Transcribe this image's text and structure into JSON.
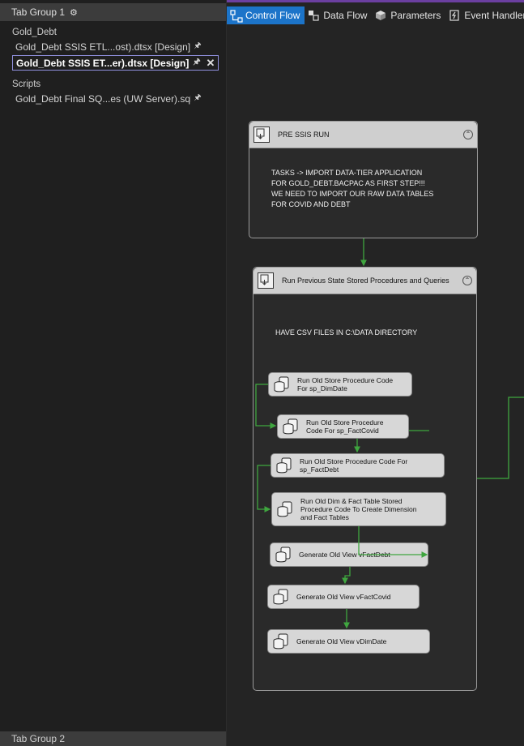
{
  "left_panel": {
    "tab_group_1": "Tab Group 1",
    "tab_group_2": "Tab Group 2",
    "group_gold_debt": "Gold_Debt",
    "file_1": "Gold_Debt SSIS ETL...ost).dtsx [Design]",
    "file_2": "Gold_Debt SSIS ET...er).dtsx [Design]",
    "group_scripts": "Scripts",
    "file_3": "Gold_Debt Final SQ...es (UW Server).sql"
  },
  "designer_tabs": {
    "control_flow": "Control Flow",
    "data_flow": "Data Flow",
    "parameters": "Parameters",
    "event_handlers": "Event Handlers"
  },
  "containers": {
    "pre_ssis": {
      "title": "PRE SSIS RUN",
      "note": "TASKS -> IMPORT DATA-TIER APPLICATION\nFOR GOLD_DEBT.BACPAC AS FIRST STEP!!!\nWE NEED TO IMPORT OUR RAW DATA TABLES\nFOR COVID AND DEBT"
    },
    "run_previous": {
      "title": "Run Previous State Stored Procedures and Queries",
      "note": "HAVE CSV FILES IN C:\\DATA DIRECTORY"
    }
  },
  "tasks": {
    "t1": "Run Old Store Procedure Code\nFor sp_DimDate",
    "t2": "Run Old Store Procedure\nCode For sp_FactCovid",
    "t3": "Run Old Store Procedure Code For\nsp_FactDebt",
    "t4": "Run Old Dim & Fact Table Stored\nProcedure Code To Create Dimension\nand Fact Tables",
    "t5": "Generate Old View vFactDebt",
    "t6": "Generate Old View vFactCovid",
    "t7": "Generate Old View vDimDate"
  },
  "colors": {
    "active_tab": "#1c74c9",
    "precedence_constraint": "#3fa63f",
    "selected_file_border": "#8f8fdc",
    "accent_bar": "#6b3fa0"
  },
  "icons": {
    "settings": "gear-icon",
    "pin": "pin-icon",
    "close": "close-icon",
    "container": "container-icon",
    "task": "execute-sql-task-icon",
    "collapse": "collapse-icon"
  }
}
